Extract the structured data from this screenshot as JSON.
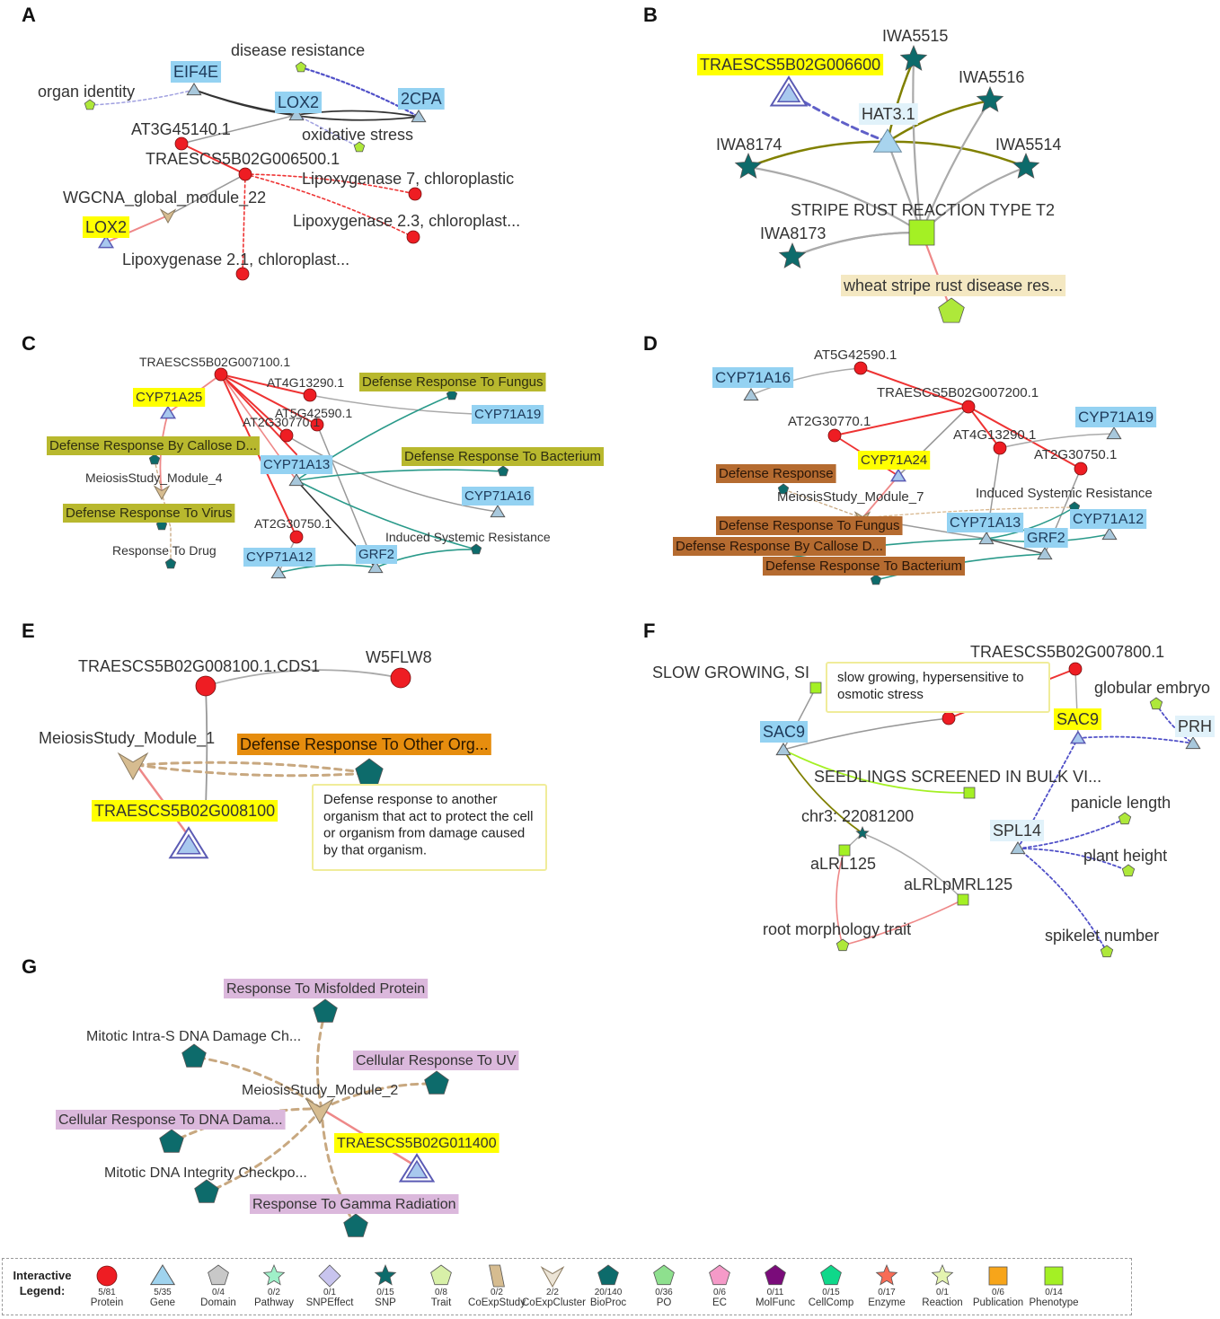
{
  "panels": [
    {
      "id": "A",
      "letter": "A",
      "items": [
        {
          "text": "EIF4E",
          "style": "blue"
        },
        {
          "text": "LOX2",
          "style": "blue"
        },
        {
          "text": "2CPA",
          "style": "blue"
        },
        {
          "text": "LOX2",
          "style": "yellow"
        },
        {
          "text": "disease resistance",
          "style": "plain"
        },
        {
          "text": "organ identity",
          "style": "plain"
        },
        {
          "text": "oxidative stress",
          "style": "plain"
        },
        {
          "text": "AT3G45140.1",
          "style": "plain"
        },
        {
          "text": "TRAESCS5B02G006500.1",
          "style": "plain"
        },
        {
          "text": "WGCNA_global_module_22",
          "style": "plain"
        },
        {
          "text": "Lipoxygenase 7,  chloroplastic",
          "style": "plain"
        },
        {
          "text": "Lipoxygenase 2.3,  chloroplast...",
          "style": "plain"
        },
        {
          "text": "Lipoxygenase 2.1,  chloroplast...",
          "style": "plain"
        }
      ]
    },
    {
      "id": "B",
      "letter": "B",
      "items": [
        {
          "text": "TRAESCS5B02G006600",
          "style": "yellow"
        },
        {
          "text": "HAT3.1",
          "style": "lightblue"
        },
        {
          "text": "IWA5515",
          "style": "plain"
        },
        {
          "text": "IWA5516",
          "style": "plain"
        },
        {
          "text": "IWA5514",
          "style": "plain"
        },
        {
          "text": "IWA8174",
          "style": "plain"
        },
        {
          "text": "IWA8173",
          "style": "plain"
        },
        {
          "text": "STRIPE RUST REACTION TYPE T2",
          "style": "plain"
        },
        {
          "text": "wheat stripe rust disease res...",
          "style": "tan"
        }
      ]
    },
    {
      "id": "C",
      "letter": "C",
      "items": [
        {
          "text": "TRAESCS5B02G007100.1",
          "style": "plain"
        },
        {
          "text": "CYP71A25",
          "style": "yellow"
        },
        {
          "text": "AT4G13290.1",
          "style": "plain"
        },
        {
          "text": "Defense Response To Fungus",
          "style": "olive"
        },
        {
          "text": "AT5G42590.1",
          "style": "plain"
        },
        {
          "text": "CYP71A19",
          "style": "blue"
        },
        {
          "text": "AT2G30770.1",
          "style": "plain"
        },
        {
          "text": "Defense Response By Callose D...",
          "style": "olive"
        },
        {
          "text": "CYP71A13",
          "style": "blue"
        },
        {
          "text": "Defense Response To Bacterium",
          "style": "olive"
        },
        {
          "text": "MeiosisStudy_Module_4",
          "style": "plain"
        },
        {
          "text": "CYP71A16",
          "style": "blue"
        },
        {
          "text": "Defense Response To Virus",
          "style": "olive"
        },
        {
          "text": "AT2G30750.1",
          "style": "plain"
        },
        {
          "text": "Induced Systemic Resistance",
          "style": "plain"
        },
        {
          "text": "Response To Drug",
          "style": "plain"
        },
        {
          "text": "CYP71A12",
          "style": "blue"
        },
        {
          "text": "GRF2",
          "style": "blue"
        }
      ]
    },
    {
      "id": "D",
      "letter": "D",
      "items": [
        {
          "text": "AT5G42590.1",
          "style": "plain"
        },
        {
          "text": "CYP71A16",
          "style": "blue"
        },
        {
          "text": "TRAESCS5B02G007200.1",
          "style": "plain"
        },
        {
          "text": "AT2G30770.1",
          "style": "plain"
        },
        {
          "text": "CYP71A19",
          "style": "blue"
        },
        {
          "text": "AT4G13290.1",
          "style": "plain"
        },
        {
          "text": "AT2G30750.1",
          "style": "plain"
        },
        {
          "text": "CYP71A24",
          "style": "yellow"
        },
        {
          "text": "Defense Response",
          "style": "brown"
        },
        {
          "text": "MeiosisStudy_Module_7",
          "style": "plain"
        },
        {
          "text": "Induced Systemic Resistance",
          "style": "plain"
        },
        {
          "text": "Defense Response To Fungus",
          "style": "brown"
        },
        {
          "text": "CYP71A13",
          "style": "blue"
        },
        {
          "text": "CYP71A12",
          "style": "blue"
        },
        {
          "text": "Defense Response By Callose D...",
          "style": "brown"
        },
        {
          "text": "GRF2",
          "style": "blue"
        },
        {
          "text": "Defense Response To Bacterium",
          "style": "brown"
        }
      ]
    },
    {
      "id": "E",
      "letter": "E",
      "items": [
        {
          "text": "TRAESCS5B02G008100.1.CDS1",
          "style": "plain"
        },
        {
          "text": "W5FLW8",
          "style": "plain"
        },
        {
          "text": "MeiosisStudy_Module_1",
          "style": "plain"
        },
        {
          "text": "Defense Response To Other Org...",
          "style": "orange"
        },
        {
          "text": "TRAESCS5B02G008100",
          "style": "yellow"
        },
        {
          "text": "Defense response to another organism that act to protect the cell or organism from damage caused by that organism.",
          "style": "tooltip"
        }
      ]
    },
    {
      "id": "F",
      "letter": "F",
      "items": [
        {
          "text": "TRAESCS5B02G007800.1",
          "style": "plain"
        },
        {
          "text": "SLOW GROWING,  SI",
          "style": "plain"
        },
        {
          "text": "slow growing, hypersensitive to osmotic stress",
          "style": "tooltip"
        },
        {
          "text": "globular embryo",
          "style": "plain"
        },
        {
          "text": "SAC9",
          "style": "blue"
        },
        {
          "text": "SAC9",
          "style": "yellow"
        },
        {
          "text": "PRH",
          "style": "lightblue"
        },
        {
          "text": "SEEDLINGS SCREENED IN BULK VI...",
          "style": "plain"
        },
        {
          "text": "panicle length",
          "style": "plain"
        },
        {
          "text": "chr3: 22081200",
          "style": "plain"
        },
        {
          "text": "SPL14",
          "style": "lightblue"
        },
        {
          "text": "aLRL125",
          "style": "plain"
        },
        {
          "text": "plant height",
          "style": "plain"
        },
        {
          "text": "aLRLpMRL125",
          "style": "plain"
        },
        {
          "text": "root morphology trait",
          "style": "plain"
        },
        {
          "text": "spikelet number",
          "style": "plain"
        }
      ]
    },
    {
      "id": "G",
      "letter": "G",
      "items": [
        {
          "text": "Response To Misfolded Protein",
          "style": "pink"
        },
        {
          "text": "Mitotic Intra-S DNA Damage Ch...",
          "style": "plain"
        },
        {
          "text": "Cellular Response To UV",
          "style": "pink"
        },
        {
          "text": "MeiosisStudy_Module_2",
          "style": "plain"
        },
        {
          "text": "Cellular Response To DNA Dama...",
          "style": "pink"
        },
        {
          "text": "TRAESCS5B02G011400",
          "style": "yellow"
        },
        {
          "text": "Mitotic DNA Integrity Checkpo...",
          "style": "plain"
        },
        {
          "text": "Response To Gamma Radiation",
          "style": "pink"
        }
      ]
    }
  ],
  "legend": {
    "title": "Interactive Legend:",
    "items": [
      {
        "label": "Protein",
        "count": "5/81",
        "shape": "circle",
        "color": "#ee1d23"
      },
      {
        "label": "Gene",
        "count": "5/35",
        "shape": "triangle",
        "color": "#9fd3ee"
      },
      {
        "label": "Domain",
        "count": "0/4",
        "shape": "pentagon",
        "color": "#c8c8c8"
      },
      {
        "label": "Pathway",
        "count": "0/2",
        "shape": "star",
        "color": "#9ff0c8"
      },
      {
        "label": "SNPEffect",
        "count": "0/1",
        "shape": "diamond",
        "color": "#c8c4ee"
      },
      {
        "label": "SNP",
        "count": "0/15",
        "shape": "star",
        "color": "#0d6b6b"
      },
      {
        "label": "Trait",
        "count": "0/8",
        "shape": "pentagon",
        "color": "#d8f0a8"
      },
      {
        "label": "CoExpStudy",
        "count": "0/2",
        "shape": "parallelogram",
        "color": "#d6bc90"
      },
      {
        "label": "CoExpCluster",
        "count": "2/2",
        "shape": "vee",
        "color": "#ece4d6"
      },
      {
        "label": "BioProc",
        "count": "20/140",
        "shape": "pentagon",
        "color": "#0d6b6b"
      },
      {
        "label": "PO",
        "count": "0/36",
        "shape": "pentagon",
        "color": "#8ee08e"
      },
      {
        "label": "EC",
        "count": "0/6",
        "shape": "pentagon",
        "color": "#f59ac8"
      },
      {
        "label": "MolFunc",
        "count": "0/11",
        "shape": "pentagon",
        "color": "#7a0b7a"
      },
      {
        "label": "CellComp",
        "count": "0/15",
        "shape": "pentagon",
        "color": "#0fd88a"
      },
      {
        "label": "Enzyme",
        "count": "0/17",
        "shape": "star",
        "color": "#f86c56"
      },
      {
        "label": "Reaction",
        "count": "0/1",
        "shape": "star",
        "color": "#e4f4b0"
      },
      {
        "label": "Publication",
        "count": "0/6",
        "shape": "square",
        "color": "#f7a51a"
      },
      {
        "label": "Phenotype",
        "count": "0/14",
        "shape": "square",
        "color": "#a4f024"
      }
    ]
  }
}
